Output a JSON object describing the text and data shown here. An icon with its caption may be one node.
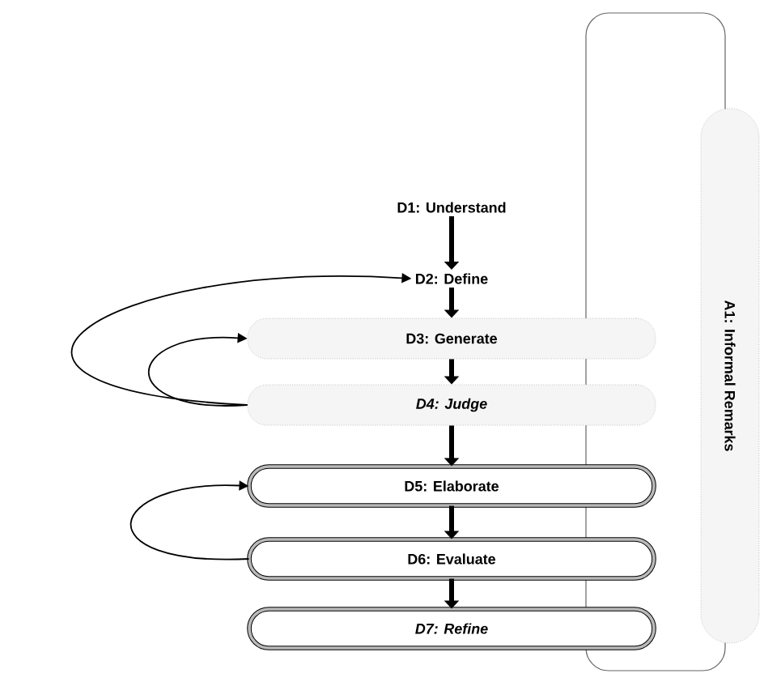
{
  "diagram": {
    "nodes": [
      {
        "text": [
          "D1: Understand"
        ]
      },
      {
        "text": [
          "D2: Define"
        ]
      },
      {
        "text": [
          "D3: Generate"
        ]
      },
      {
        "text": [
          "D4: Judge"
        ]
      },
      {
        "text": [
          "D5: Elaborate"
        ]
      },
      {
        "text": [
          "D6: Evaluate"
        ]
      },
      {
        "text": [
          "D7: Refine"
        ]
      },
      {
        "text": [
          "A1: Informal Remarks"
        ]
      }
    ],
    "edges": [
      {
        "from": 0,
        "to": 1,
        "arrow": "to"
      },
      {
        "from": 1,
        "to": 2,
        "arrow": "to"
      },
      {
        "from": 2,
        "to": 3,
        "arrow": "to"
      },
      {
        "from": 3,
        "to": 4,
        "arrow": "to"
      },
      {
        "from": 4,
        "to": 5,
        "arrow": "to"
      },
      {
        "from": 5,
        "to": 6,
        "arrow": "to"
      },
      {
        "from": 3,
        "to": 1,
        "arrow": "to"
      },
      {
        "from": 3,
        "to": 2,
        "arrow": "to"
      },
      {
        "from": 5,
        "to": 4,
        "arrow": "to"
      }
    ]
  }
}
